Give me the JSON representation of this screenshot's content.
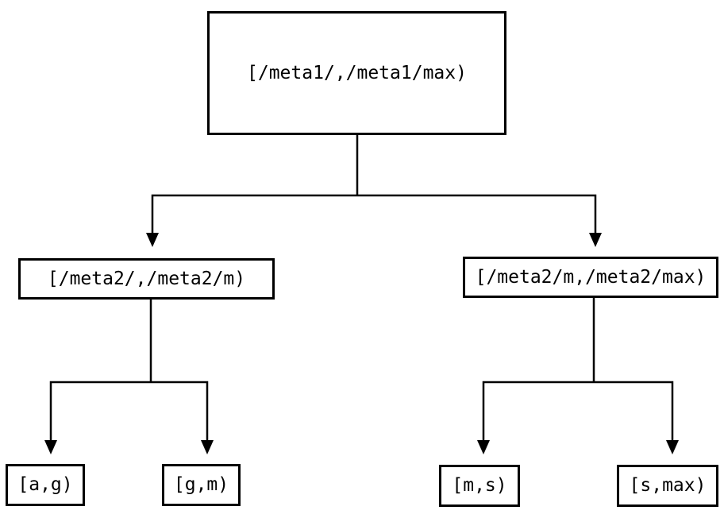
{
  "tree": {
    "root": {
      "label": "[/meta1/,/meta1/max)",
      "children": [
        {
          "label": "[/meta2/,/meta2/m)",
          "children": [
            {
              "label": "[a,g)"
            },
            {
              "label": "[g,m)"
            }
          ]
        },
        {
          "label": "[/meta2/m,/meta2/max)",
          "children": [
            {
              "label": "[m,s)"
            },
            {
              "label": "[s,max)"
            }
          ]
        }
      ]
    },
    "colors": {
      "background": "#ffffff",
      "line": "#000000",
      "box_border": "#000000",
      "text": "#000000"
    }
  }
}
